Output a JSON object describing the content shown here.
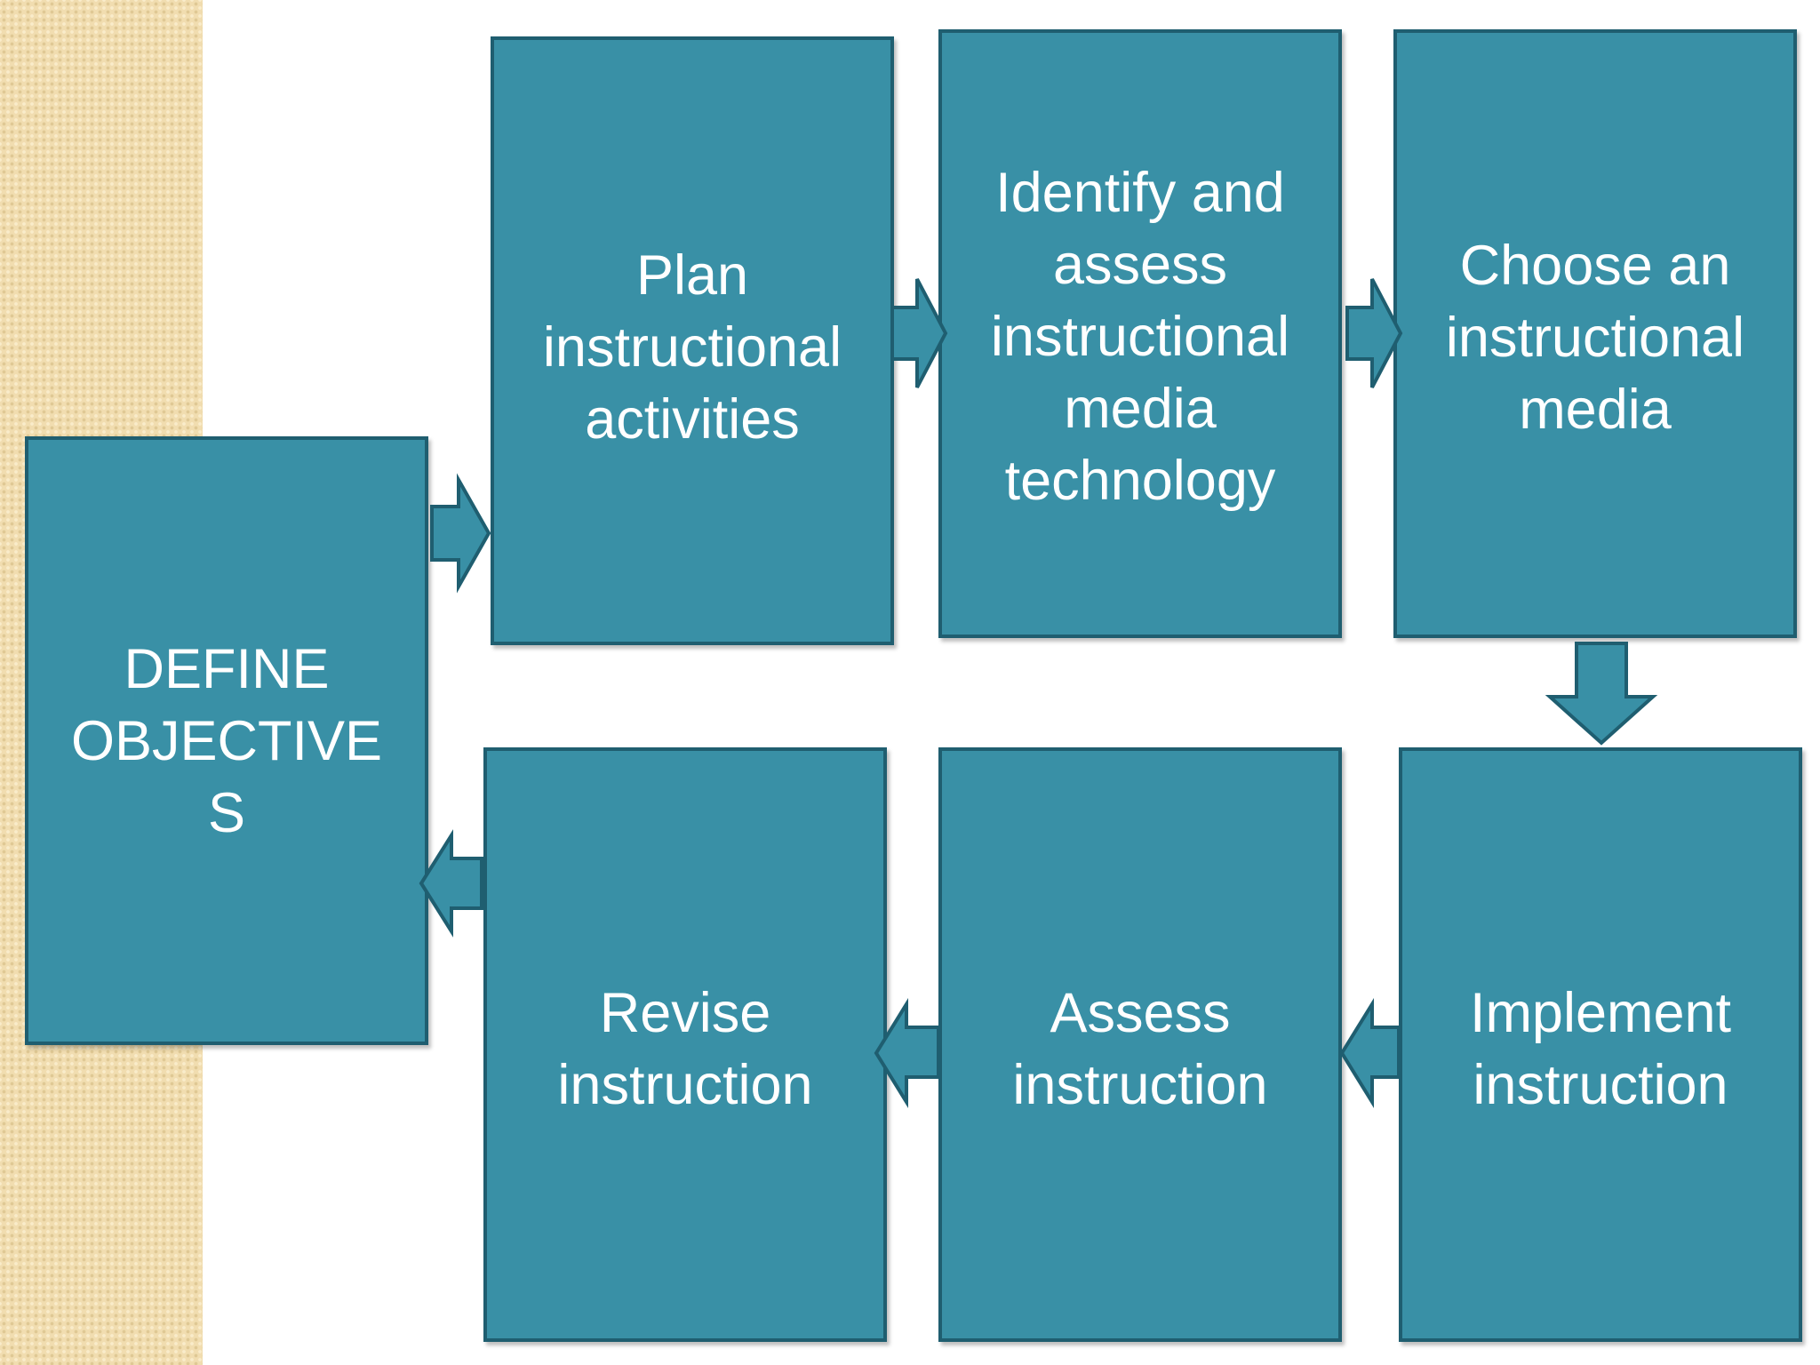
{
  "slide": {
    "boxes": {
      "define": "DEFINE\nOBJECTIVE\nS",
      "plan": "Plan\ninstructional\nactivities",
      "identify": "Identify and\nassess\ninstructional\nmedia\ntechnology",
      "choose": "Choose an\ninstructional\nmedia",
      "implement": "Implement\ninstruction",
      "assess": "Assess\ninstruction",
      "revise": "Revise\ninstruction"
    },
    "colors": {
      "box_fill": "#3990a6",
      "box_border": "#1f5e70",
      "text": "#ffffff",
      "side_strip": "#f1ddb0"
    }
  }
}
